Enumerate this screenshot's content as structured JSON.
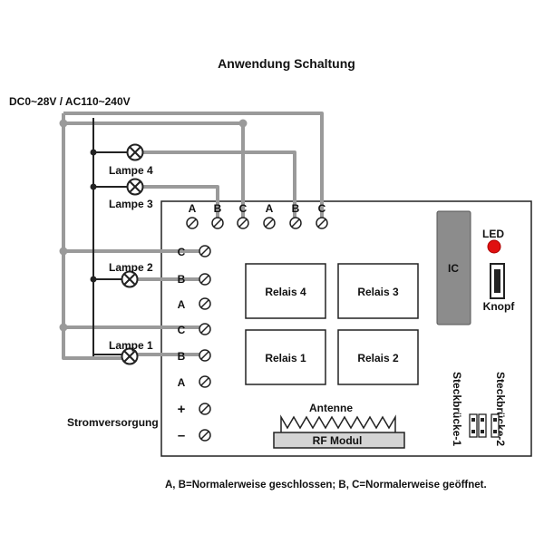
{
  "title": "Anwendung Schaltung",
  "supply_label": "DC0~28V / AC110~240V",
  "lamps": {
    "lamp4": "Lampe 4",
    "lamp3": "Lampe 3",
    "lamp2": "Lampe 2",
    "lamp1": "Lampe 1"
  },
  "top_terminals": [
    "A",
    "B",
    "C",
    "A",
    "B",
    "C"
  ],
  "left_terminals": [
    "C",
    "B",
    "A",
    "C",
    "B",
    "A",
    "+",
    "–"
  ],
  "relays": {
    "r4": "Relais 4",
    "r3": "Relais 3",
    "r1": "Relais 1",
    "r2": "Relais 2"
  },
  "ic_label": "IC",
  "led_label": "LED",
  "button_label": "Knopf",
  "antenna_label": "Antenne",
  "rf_module_label": "RF Modul",
  "power_label": "Stromversorgung",
  "jumper1_label": "Steckbrücke-1",
  "jumper2_label": "Steckbrücke-2",
  "note": "A, B=Normalerweise geschlossen; B, C=Normalerweise geöffnet.",
  "colors": {
    "wire_gray": "#9a9a9a",
    "ic_fill": "#8c8c8c",
    "led_red": "#e01010",
    "rf_fill": "#d4d4d4"
  }
}
